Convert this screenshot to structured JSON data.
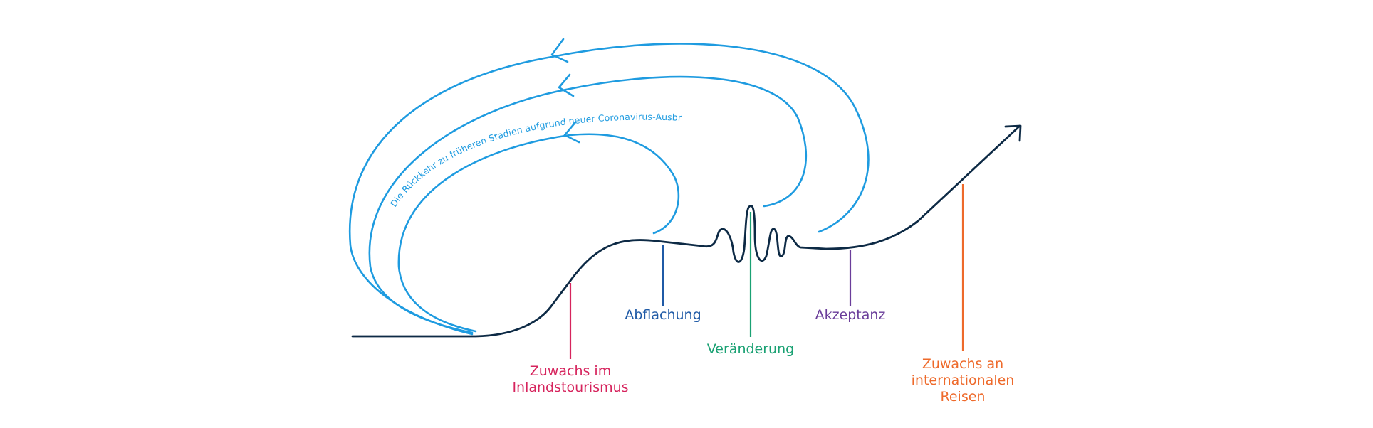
{
  "diagram": {
    "colors": {
      "main_curve": "#0d2a45",
      "return_arcs": "#1e9be0",
      "background": "#ffffff"
    },
    "return_label": "Die Rückkehr zu früheren Stadien aufgrund neuer Coronavirus-Ausbrüche",
    "stages": [
      {
        "lines": [
          "Zuwachs im",
          "Inlandstourismus"
        ],
        "color": "#d6245d"
      },
      {
        "lines": [
          "Abflachung"
        ],
        "color": "#1f5aa6"
      },
      {
        "lines": [
          "Veränderung"
        ],
        "color": "#1aa173"
      },
      {
        "lines": [
          "Akzeptanz"
        ],
        "color": "#6a3d9a"
      },
      {
        "lines": [
          "Zuwachs an",
          "internationalen",
          "Reisen"
        ],
        "color": "#ee6a2b"
      }
    ]
  }
}
